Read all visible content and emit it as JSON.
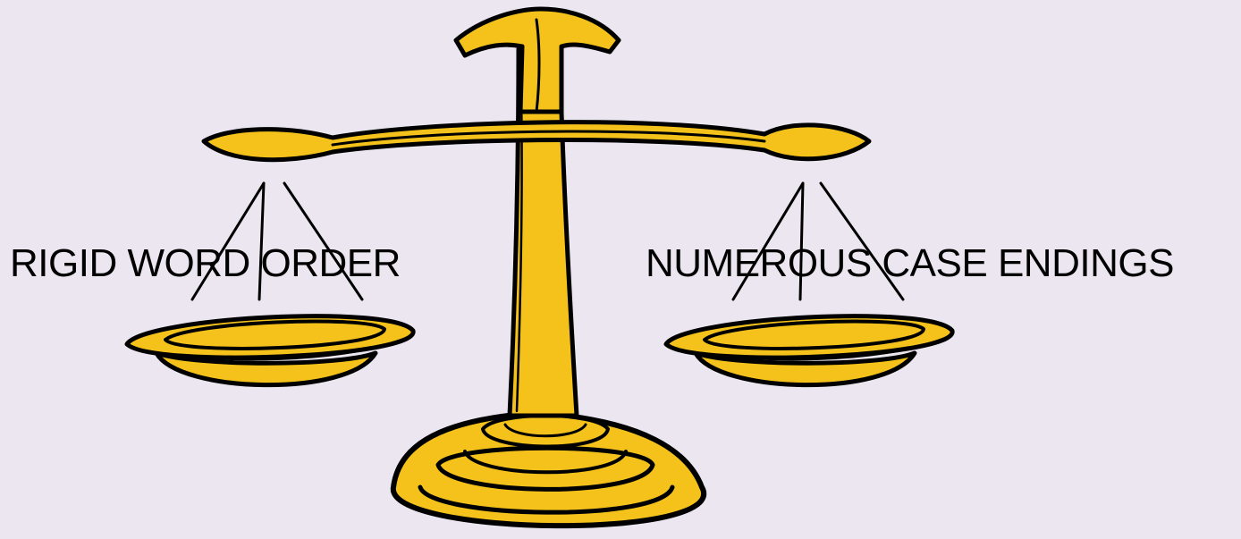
{
  "labels": {
    "left": "RIGID WORD ORDER",
    "right": "NUMEROUS CASE ENDINGS"
  },
  "colors": {
    "background": "#ebe6f0",
    "gold": "#f4c21a",
    "outline": "#000000",
    "text": "#000000"
  },
  "image": {
    "subject": "balance-scale-clipart"
  }
}
